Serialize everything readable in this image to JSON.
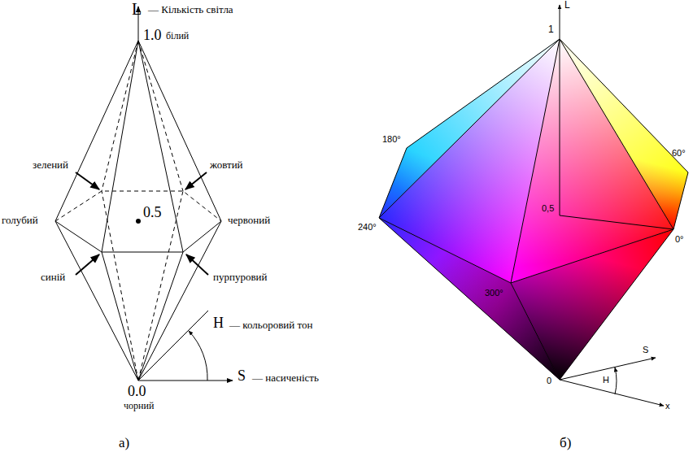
{
  "diagram": {
    "labels": [
      "L",
      "— Кількість світла",
      "1.0",
      "білий",
      "зелений",
      "жовтий",
      "0.5",
      "голубий",
      "червоний",
      "синій",
      "пурпуровий",
      "H",
      "— кольоровий тон",
      "S",
      "— насиченість",
      "0.0",
      "чорний",
      "а)",
      "L",
      "1",
      "180°",
      "60°",
      "0,5",
      "240°",
      "0°",
      "300°",
      "0",
      "S",
      "H",
      "x",
      "б)"
    ]
  }
}
